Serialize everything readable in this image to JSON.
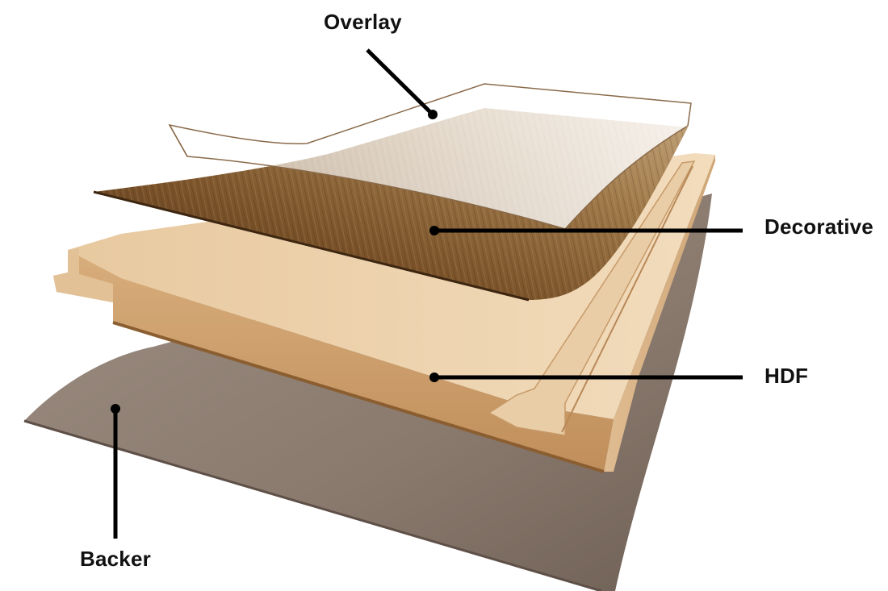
{
  "diagram": {
    "layers": [
      {
        "id": "overlay",
        "label": "Overlay"
      },
      {
        "id": "decorative",
        "label": "Decorative"
      },
      {
        "id": "hdf",
        "label": "HDF"
      },
      {
        "id": "backer",
        "label": "Backer"
      }
    ]
  },
  "colors": {
    "background": "#ffffff",
    "backer": "#8d7d72",
    "hdf_top": "#e4c39b",
    "hdf_front": "#c99a67",
    "decorative_light": "#b08652",
    "decorative_dark": "#5a3a1c",
    "overlay_stroke": "#8a6a4a",
    "callout_line": "#000000"
  }
}
